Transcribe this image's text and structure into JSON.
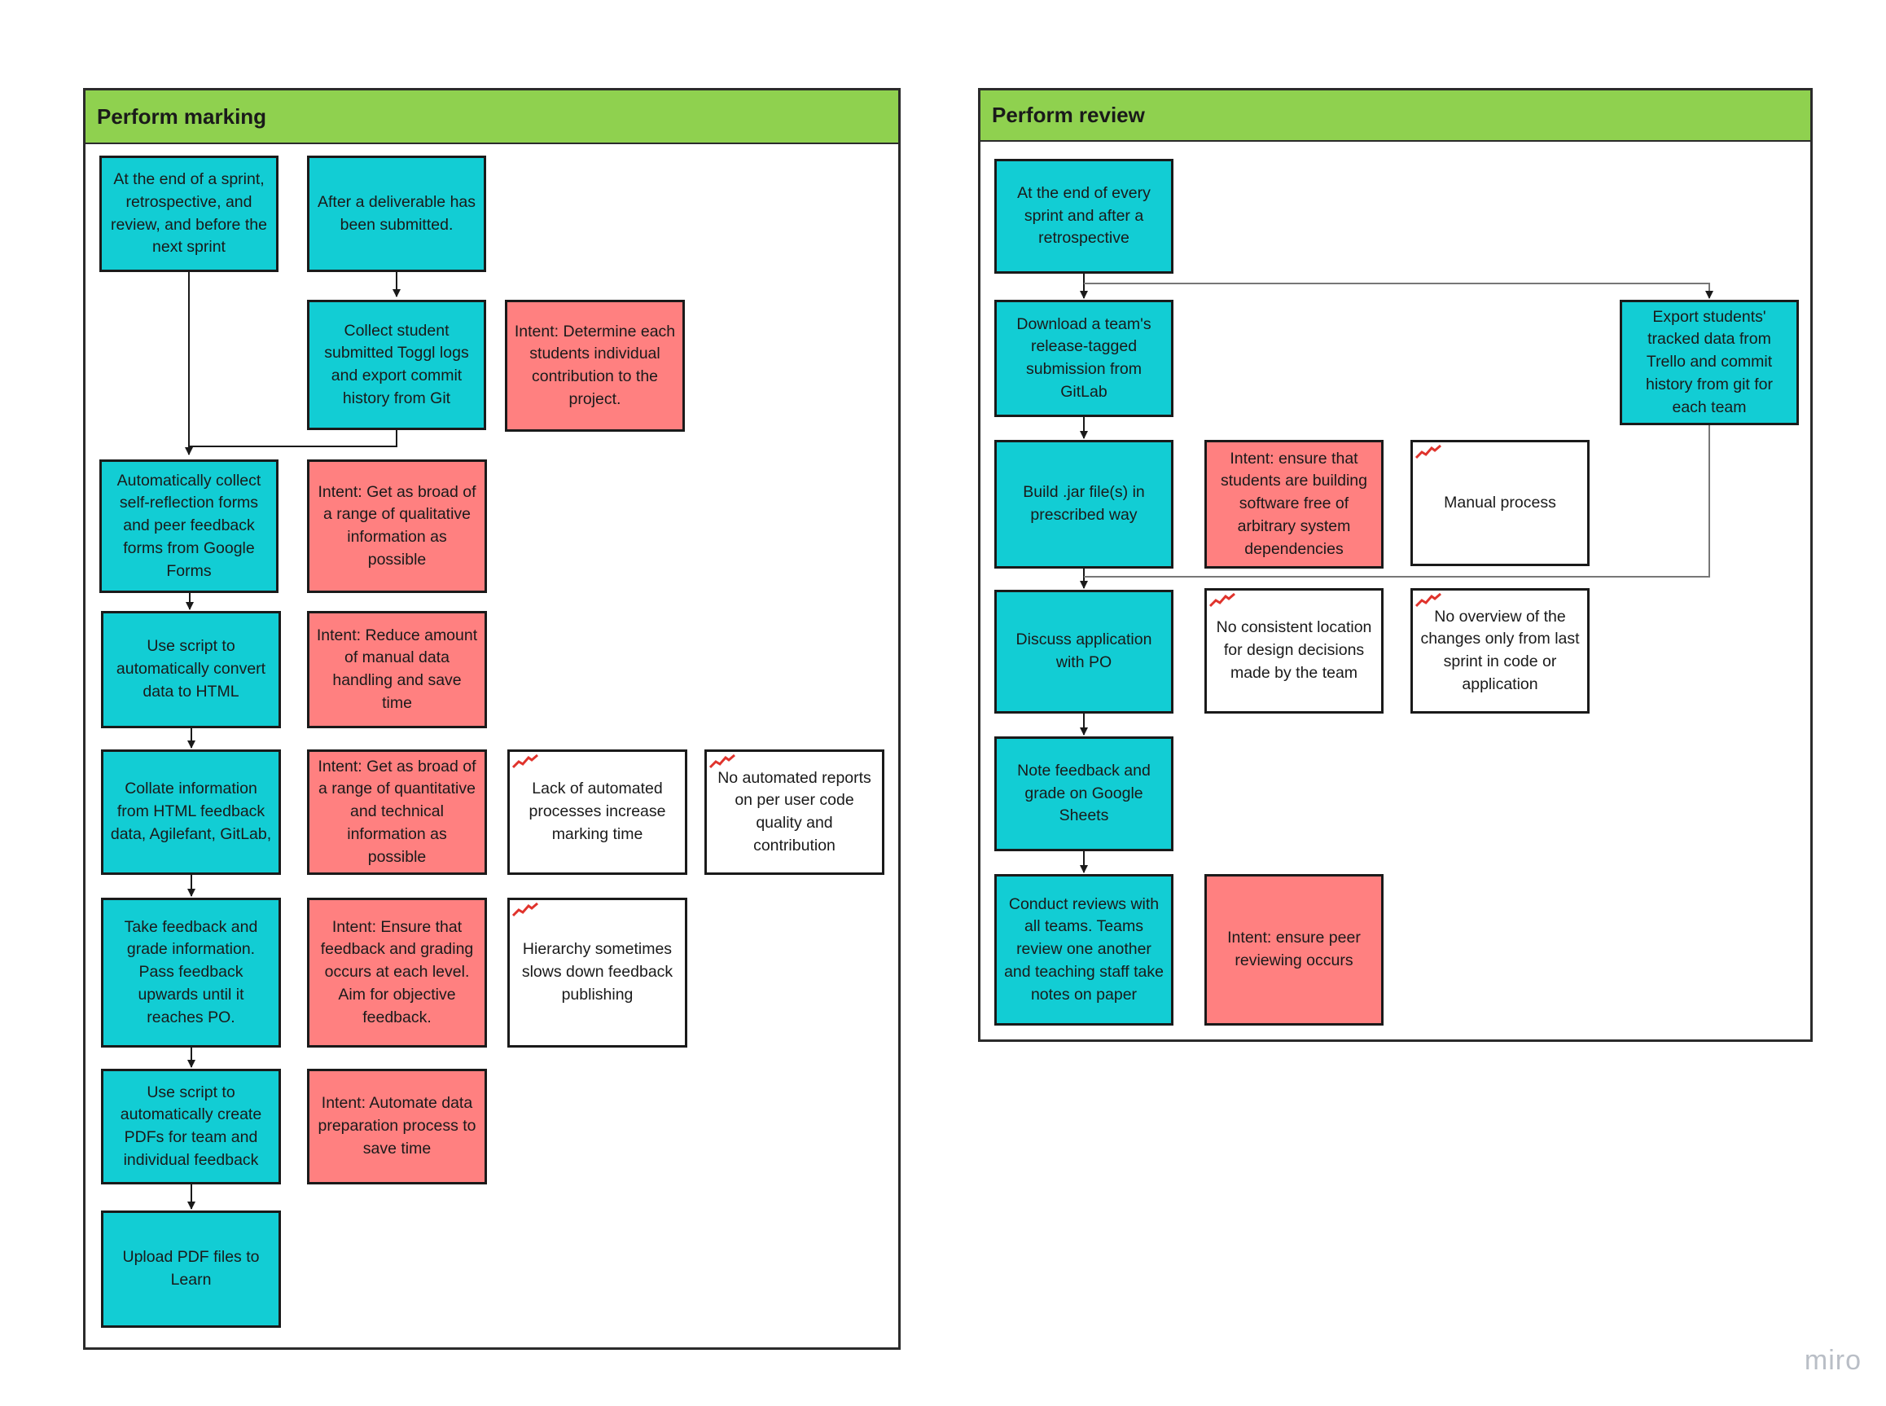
{
  "left_frame": {
    "title": "Perform marking"
  },
  "right_frame": {
    "title": "Perform review"
  },
  "marking": {
    "process": [
      "At the end of a sprint, retrospective, and review, and before the next sprint",
      "After a deliverable has been submitted.",
      "Collect student submitted Toggl logs and export commit history from Git",
      "Automatically collect self-reflection forms and peer feedback forms from Google Forms",
      "Use script to automatically convert data to HTML",
      "Collate information from HTML feedback data, Agilefant, GitLab,",
      "Take feedback and grade information. Pass feedback upwards until it reaches PO.",
      "Use script to automatically create PDFs for team and individual feedback",
      "Upload PDF files to Learn"
    ],
    "intents": [
      "Intent: Determine each students individual contribution to the project.",
      "Intent: Get as broad of a range of qualitative information as possible",
      "Intent: Reduce amount of manual data handling and save time",
      "Intent: Get as broad of a range of quantitative and technical information as possible",
      "Intent: Ensure that feedback and grading occurs at each level. Aim for objective feedback.",
      "Intent: Automate data preparation process to save time"
    ],
    "issues": [
      "Lack of automated processes increase marking time",
      "No automated reports on per user code quality and contribution",
      "Hierarchy sometimes slows down feedback publishing"
    ]
  },
  "review": {
    "process": [
      "At the end of every sprint and after a retrospective",
      "Download a team's release-tagged submission from GitLab",
      "Export students' tracked data from Trello and commit history from git for each team",
      "Build .jar file(s) in prescribed way",
      "Discuss application with PO",
      "Note feedback and grade on Google Sheets",
      "Conduct reviews with all teams. Teams review one another and teaching staff take notes on paper"
    ],
    "intents": [
      "Intent: ensure that students are building software free of arbitrary system dependencies",
      "Intent: ensure peer reviewing occurs"
    ],
    "issues": [
      "Manual process",
      "No consistent location for design decisions made by the team",
      "No overview of the changes only from last sprint in code or application"
    ]
  },
  "watermark": "miro",
  "colors": {
    "process": "#12cdd4",
    "intent": "#ff8080",
    "issue": "#ffffff",
    "header": "#8fd14f",
    "flag": "#e0332c"
  }
}
